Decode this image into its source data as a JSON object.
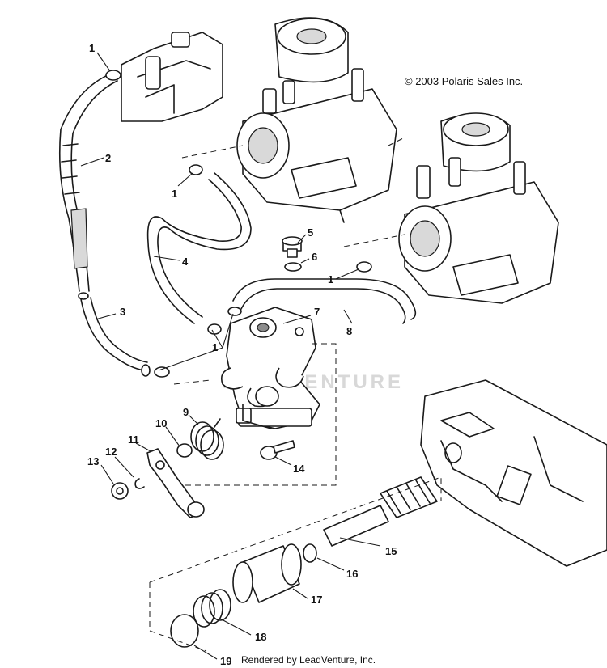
{
  "copyright": "© 2003 Polaris Sales Inc.",
  "watermark": "LEADVENTURE",
  "footer": "Rendered by LeadVenture, Inc.",
  "callouts": {
    "c1a": "1",
    "c1b": "1",
    "c1c": "1",
    "c1d": "1",
    "c2": "2",
    "c3": "3",
    "c4": "4",
    "c5": "5",
    "c6": "6",
    "c7": "7",
    "c8": "8",
    "c9": "9",
    "c10": "10",
    "c11": "11",
    "c12": "12",
    "c13": "13",
    "c14": "14",
    "c15": "15",
    "c16": "16",
    "c17": "17",
    "c18": "18",
    "c19": "19"
  }
}
